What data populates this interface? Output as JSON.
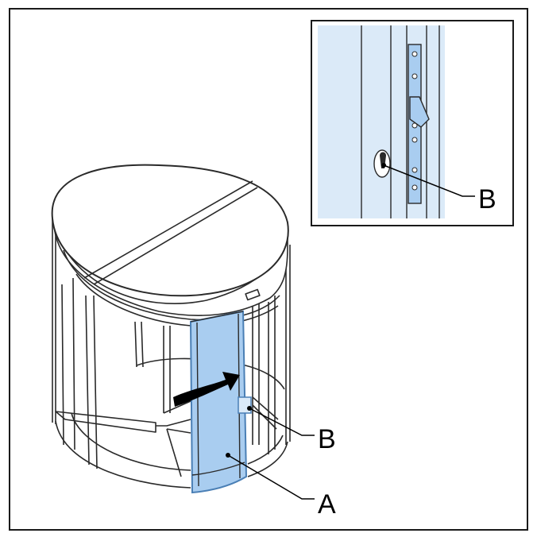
{
  "figure": {
    "callouts": {
      "main_b": "B",
      "main_a": "A",
      "inset_b": "B"
    },
    "colors": {
      "frame": "#1a1a1a",
      "line": "#2a2a2a",
      "highlight_fill": "#a9cdf0",
      "highlight_fill_light": "#dbeaf8",
      "highlight_stroke": "#4a7fb5",
      "canopy_fill": "#ffffff",
      "arrow": "#000000"
    },
    "icons": [
      "rotation-arrow-icon",
      "lock-keyhole-icon"
    ]
  }
}
